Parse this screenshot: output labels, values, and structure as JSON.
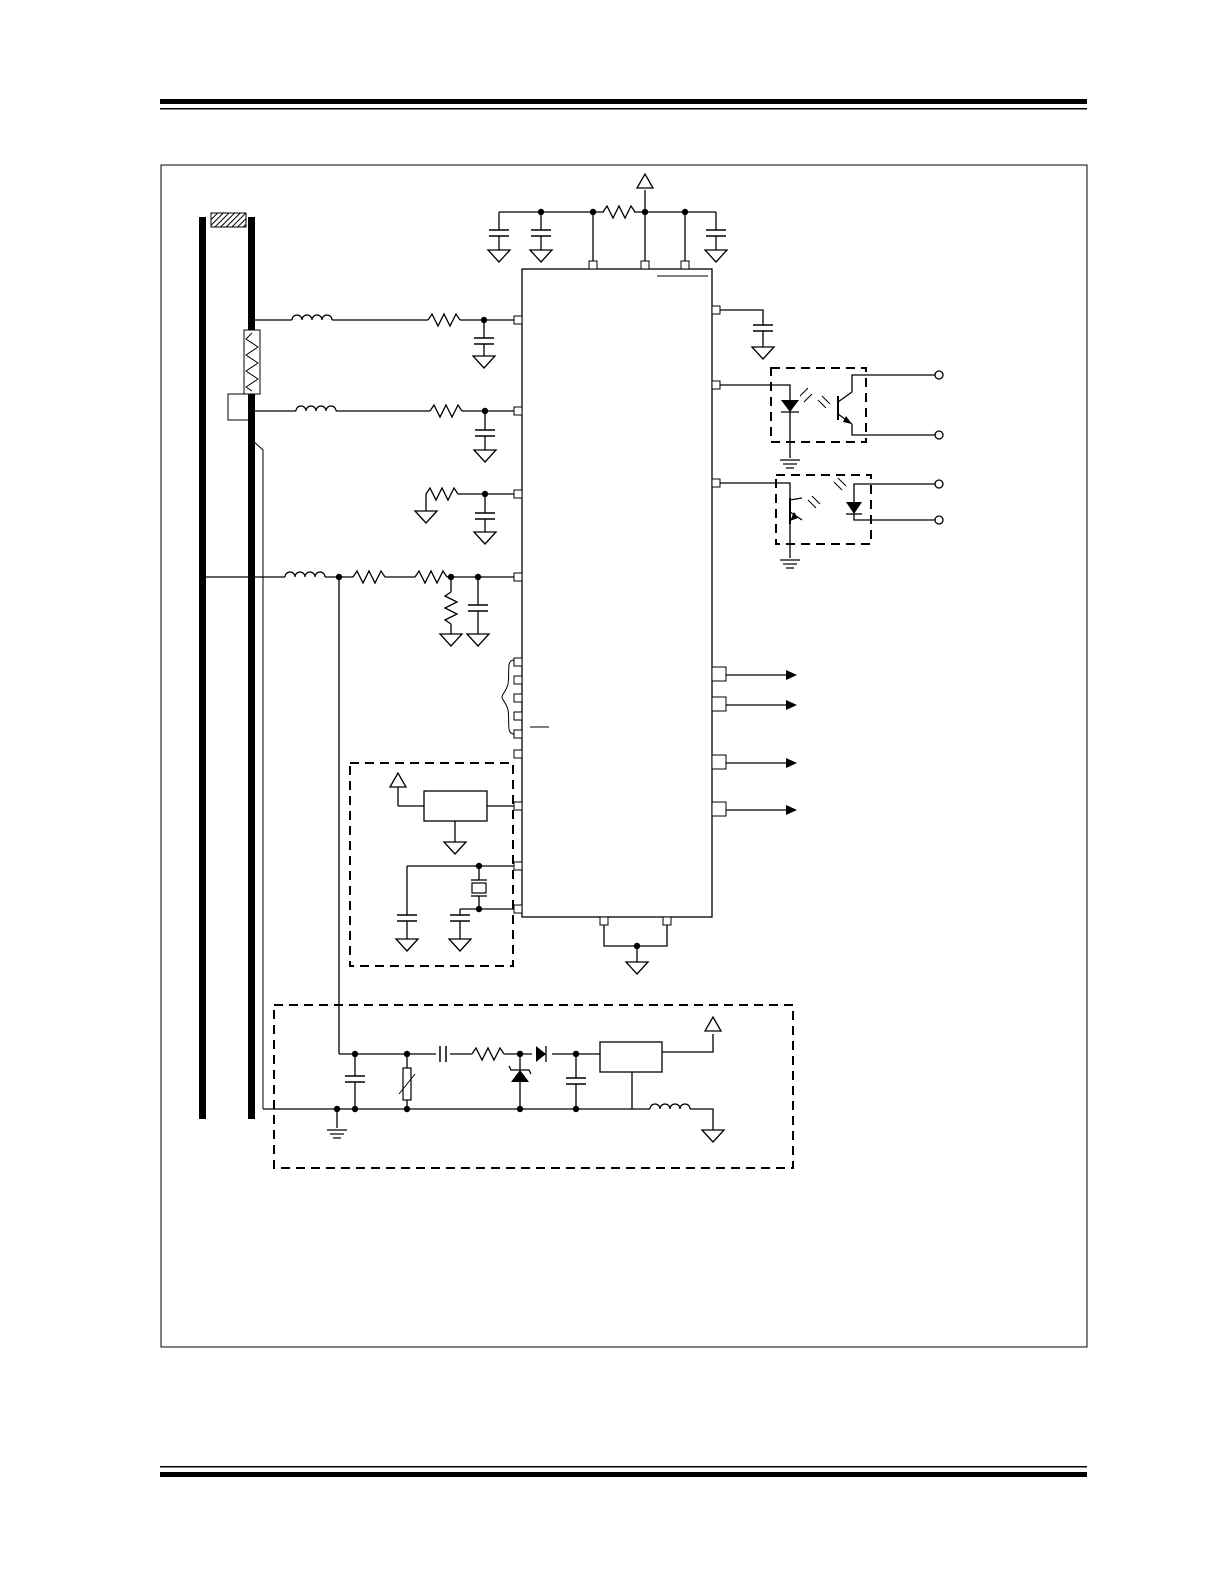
{
  "page": {
    "header_rule": "double-rule",
    "footer_rule": "double-rule"
  },
  "figure": {
    "type": "schematic",
    "frame": "single-border",
    "has_text": false
  },
  "colors": {
    "ink": "#000000",
    "background": "#ffffff"
  },
  "components": {
    "microcontroller": "chip",
    "power_supply": "dashed-block",
    "oscillator": "dashed-block",
    "optocoupler_output": "dashed-block",
    "optocoupler_input": "dashed-block",
    "digital_outputs": 4
  }
}
